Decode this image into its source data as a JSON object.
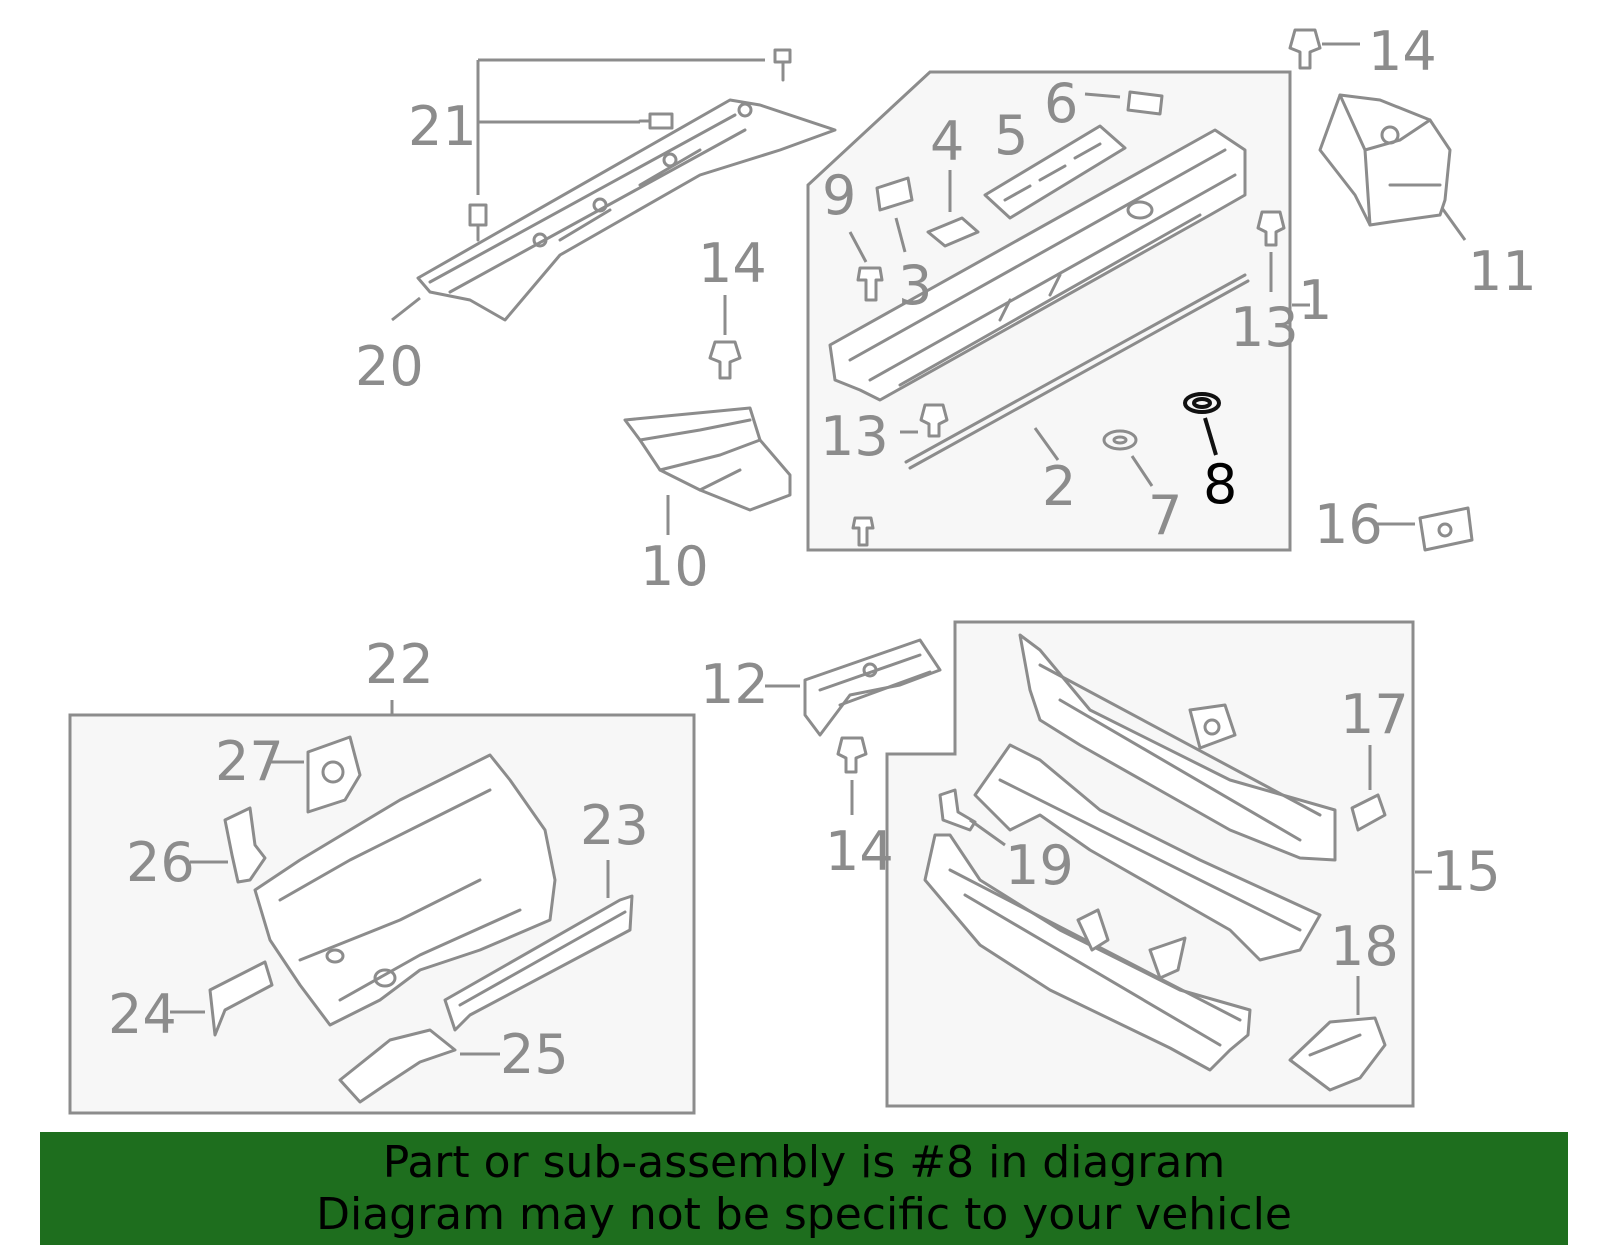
{
  "diagram": {
    "highlighted_part": "8",
    "callouts": {
      "c1": "1",
      "c2": "2",
      "c3": "3",
      "c4": "4",
      "c5": "5",
      "c6": "6",
      "c7": "7",
      "c8": "8",
      "c9": "9",
      "c10": "10",
      "c11": "11",
      "c12": "12",
      "c13a": "13",
      "c13b": "13",
      "c14a": "14",
      "c14b": "14",
      "c14c": "14",
      "c15": "15",
      "c16": "16",
      "c17": "17",
      "c18": "18",
      "c19": "19",
      "c20": "20",
      "c21": "21",
      "c22": "22",
      "c23": "23",
      "c24": "24",
      "c25": "25",
      "c26": "26",
      "c27": "27"
    }
  },
  "banner": {
    "line1": "Part or sub-assembly is #8 in diagram",
    "line2": "Diagram may not be specific to your vehicle",
    "background": "#1e6e1e"
  },
  "colors": {
    "line": "#8c8c8c",
    "highlight": "#000000",
    "box_fill": "#f7f7f7"
  }
}
